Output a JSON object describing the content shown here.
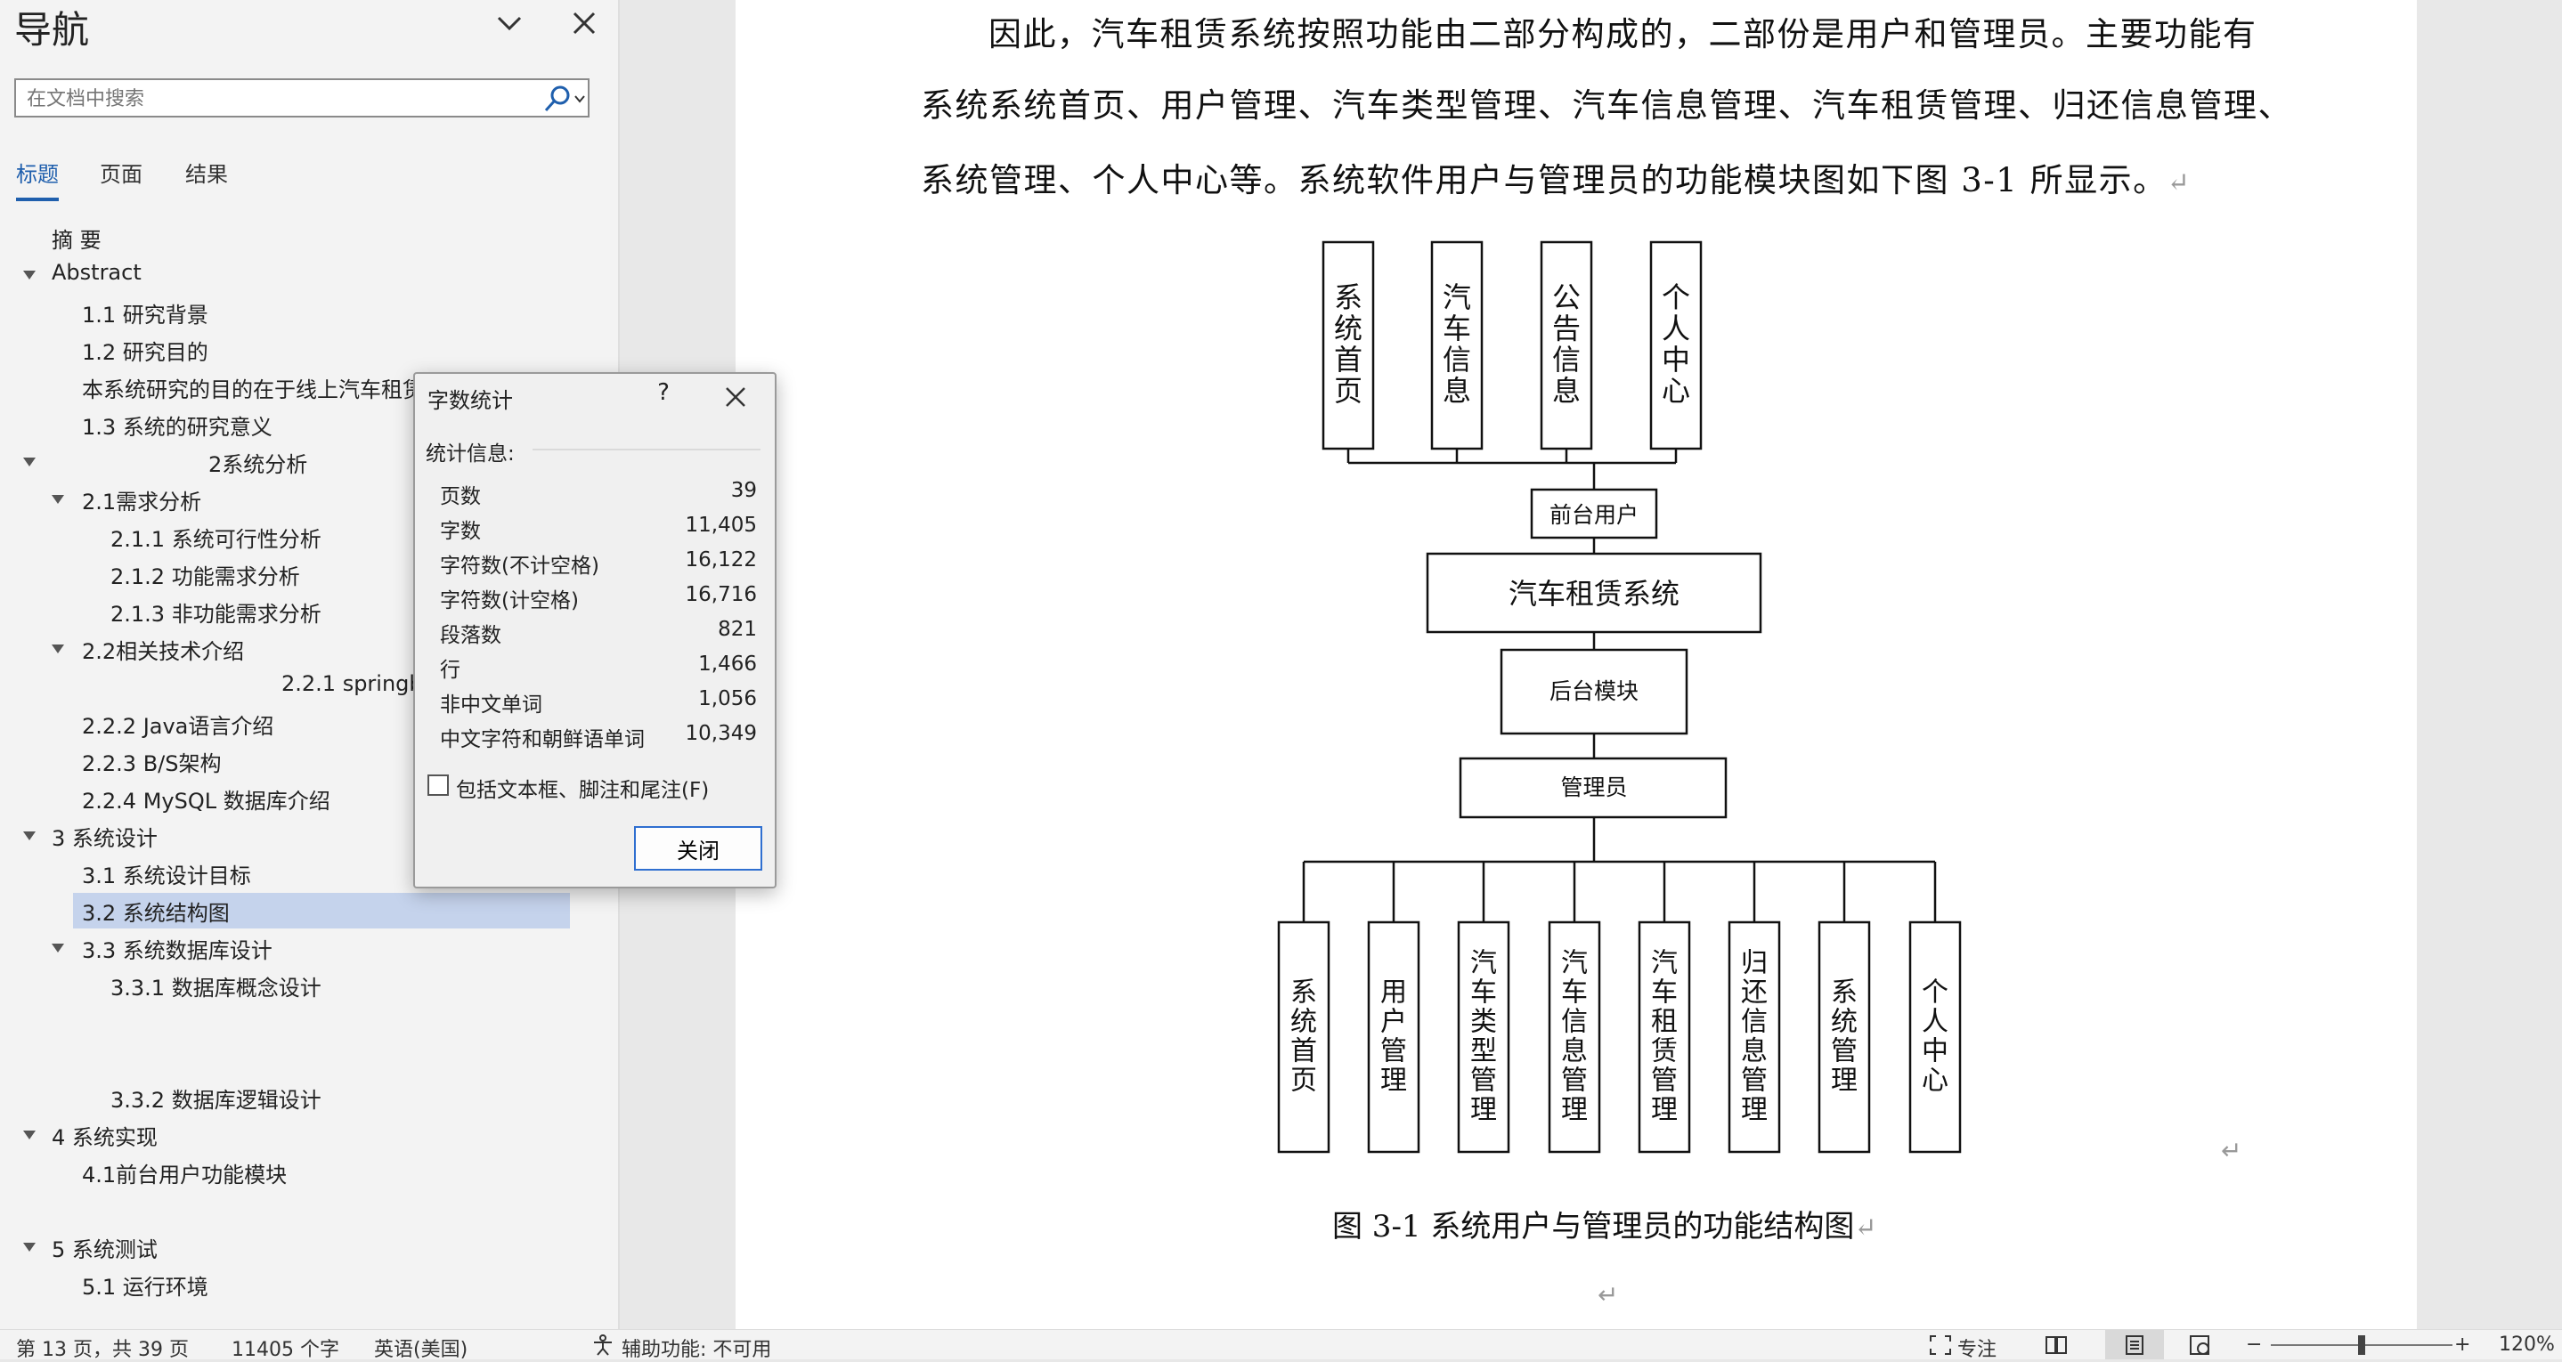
{
  "nav": {
    "title": "导航",
    "search_placeholder": "在文档中搜索",
    "tabs": [
      {
        "label": "标题",
        "active": true
      },
      {
        "label": "页面",
        "active": false
      },
      {
        "label": "结果",
        "active": false
      }
    ],
    "tree": [
      {
        "label": "摘  要",
        "expanded": null
      },
      {
        "label": "Abstract",
        "expanded": true
      },
      {
        "label": "1.1 研究背景",
        "expanded": null
      },
      {
        "label": "1.2 研究目的",
        "expanded": null
      },
      {
        "label": "本系统研究的目的在于线上汽车租赁",
        "expanded": null
      },
      {
        "label": "1.3 系统的研究意义",
        "expanded": null
      },
      {
        "label": "2系统分析",
        "expanded": true
      },
      {
        "label": "2.1需求分析",
        "expanded": true
      },
      {
        "label": "2.1.1 系统可行性分析",
        "expanded": null
      },
      {
        "label": "2.1.2 功能需求分析",
        "expanded": null
      },
      {
        "label": "2.1.3 非功能需求分析",
        "expanded": null
      },
      {
        "label": "2.2相关技术介绍",
        "expanded": true
      },
      {
        "label": "2.2.1 springb",
        "expanded": null
      },
      {
        "label": "2.2.2 Java语言介绍",
        "expanded": null
      },
      {
        "label": "2.2.3 B/S架构",
        "expanded": null
      },
      {
        "label": "2.2.4 MySQL 数据库介绍",
        "expanded": null
      },
      {
        "label": "3 系统设计",
        "expanded": true
      },
      {
        "label": "3.1 系统设计目标",
        "expanded": null
      },
      {
        "label": "3.2 系统结构图",
        "expanded": null,
        "selected": true
      },
      {
        "label": "3.3 系统数据库设计",
        "expanded": true
      },
      {
        "label": "3.3.1 数据库概念设计",
        "expanded": null
      },
      {
        "label": "3.3.2 数据库逻辑设计",
        "expanded": null
      },
      {
        "label": "4 系统实现",
        "expanded": true
      },
      {
        "label": "4.1前台用户功能模块",
        "expanded": null
      },
      {
        "label": "5 系统测试",
        "expanded": true
      },
      {
        "label": "5.1 运行环境",
        "expanded": null
      }
    ]
  },
  "document": {
    "paragraph_lines": [
      "因此，汽车租赁系统按照功能由二部分构成的，二部份是用户和管理员。主要功能有",
      "系统系统首页、用户管理、汽车类型管理、汽车信息管理、汽车租赁管理、归还信息管理、",
      "系统管理、个人中心等。系统软件用户与管理员的功能模块图如下图 3-1 所显示。"
    ],
    "paragraph_mark": "↵",
    "diagram": {
      "front_modules": [
        "系统首页",
        "汽车信息",
        "公告信息",
        "个人中心"
      ],
      "front_user": "前台用户",
      "system": "汽车租赁系统",
      "backend": "后台模块",
      "admin": "管理员",
      "admin_modules": [
        "系统首页",
        "用户管理",
        "汽车类型管理",
        "汽车信息管理",
        "汽车租赁管理",
        "归还信息管理",
        "系统管理",
        "个人中心"
      ]
    },
    "caption": "图 3-1  系统用户与管理员的功能结构图"
  },
  "dialog": {
    "title": "字数统计",
    "help": "?",
    "section": "统计信息:",
    "stats": [
      {
        "label": "页数",
        "value": "39"
      },
      {
        "label": "字数",
        "value": "11,405"
      },
      {
        "label": "字符数(不计空格)",
        "value": "16,122"
      },
      {
        "label": "字符数(计空格)",
        "value": "16,716"
      },
      {
        "label": "段落数",
        "value": "821"
      },
      {
        "label": "行",
        "value": "1,466"
      },
      {
        "label": "非中文单词",
        "value": "1,056"
      },
      {
        "label": "中文字符和朝鲜语单词",
        "value": "10,349"
      }
    ],
    "checkbox_label": "包括文本框、脚注和尾注(F)",
    "checkbox_checked": false,
    "close_label": "关闭"
  },
  "status": {
    "page": "第 13 页，共 39 页",
    "words": "11405 个字",
    "language": "英语(美国)",
    "accessibility": "辅助功能: 不可用",
    "focus": "专注",
    "zoom": "120%",
    "zoom_minus": "−",
    "zoom_plus": "+"
  }
}
